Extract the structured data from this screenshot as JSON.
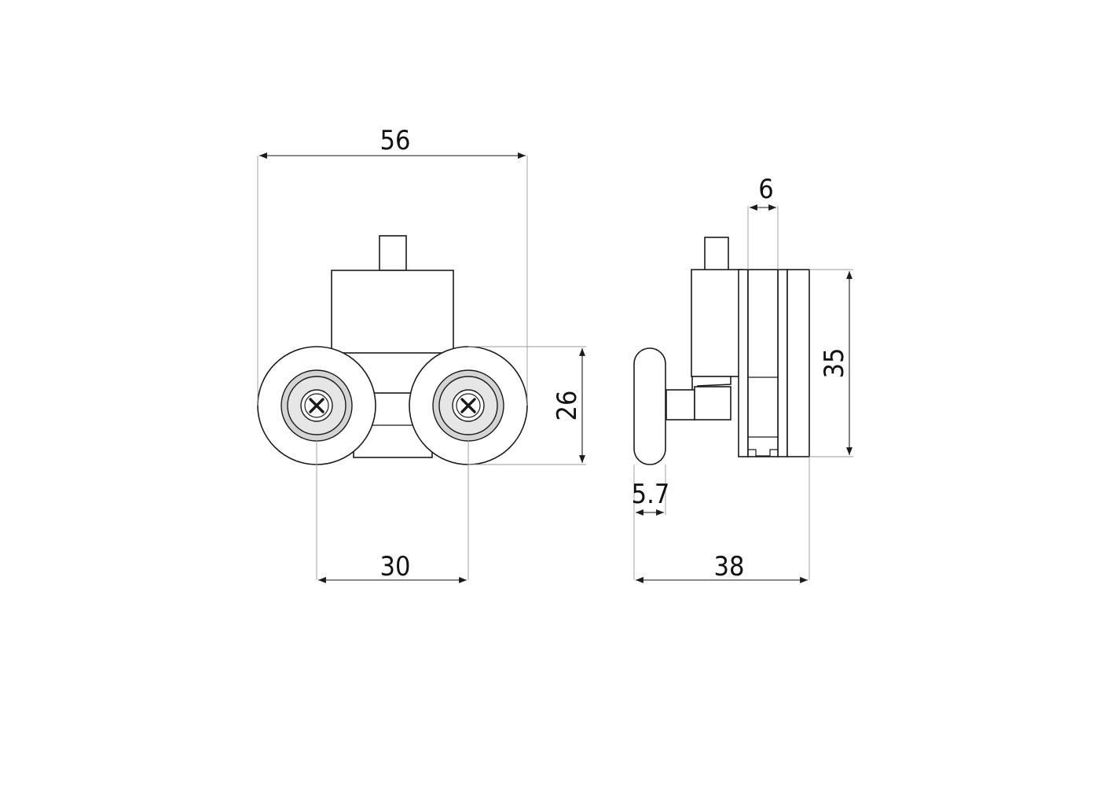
{
  "drawing": {
    "front_view": {
      "dims": {
        "overall_width": "56",
        "wheel_spacing": "30",
        "wheel_height": "26"
      }
    },
    "side_view": {
      "dims": {
        "glass_slot": "6",
        "body_height": "35",
        "wheel_thickness": "5.7",
        "overall_depth": "38"
      }
    }
  }
}
